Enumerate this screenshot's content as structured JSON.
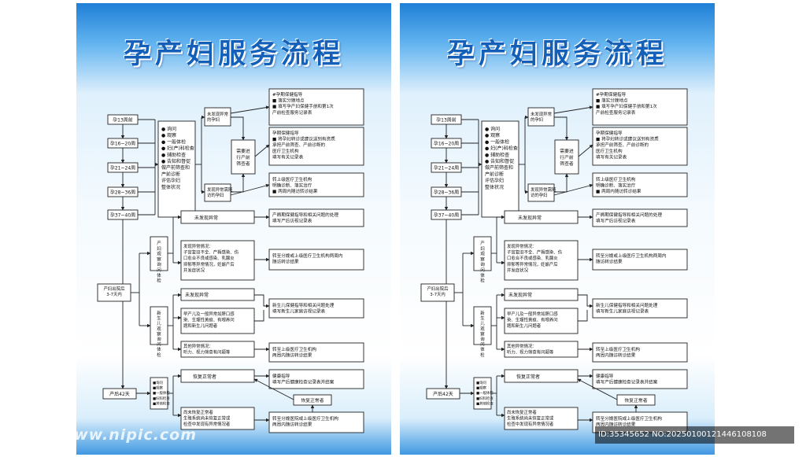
{
  "title": "孕产妇服务流程",
  "stages": [
    "孕13周前",
    "孕16~20周",
    "孕21~24周",
    "孕28~36周",
    "孕37~40周"
  ],
  "exam_items": [
    "询问",
    "观察",
    "一般体检",
    "妇(产)科检查",
    "辅助检查",
    "告知和督促",
    "做产前筛查和",
    "产前诊断",
    "评估孕妇",
    "整体状况"
  ],
  "no_risk": "未发现异常的孕妇",
  "has_risk": "发现异常需随访的孕妇",
  "need_manage": "需要进行产前筛查者",
  "box_top": [
    "#孕期保健指导",
    "■ 落实分娩地点",
    "■ 填写孕产妇保健手册和第1次",
    "产前检查服务记录表"
  ],
  "box_mid": [
    "孕期保健指导",
    "■ 将孕妇转诊或建议送到有资质",
    "承担产前筛查、产前诊断的",
    "医疗卫生机构",
    "填写有关记录表"
  ],
  "box_low": [
    "转上级医疗卫生机构",
    "明确诊断、落实治疗",
    "■ 两周内随访转诊结果"
  ],
  "postpartum_visit": "产妇出院后3-7天内",
  "postpartum_42": "产后42天",
  "mother_visit": "产妇观察询问体检",
  "newborn_visit": "新生儿观察询问体检",
  "m_normal": "未发现异常",
  "m_normal_r": [
    "产褥期保健指导和相关问题的处理",
    "填写产后访视记录表"
  ],
  "m_abnormal": [
    "发现异常情况：",
    "子宫复旧不全、产褥感染、伤",
    "口愈合不良或感染、乳腺炎",
    "抑郁等异常情况，妊娠产后",
    "并发症状况"
  ],
  "m_abnormal_r": [
    "转至分娩或上级医疗卫生机构两周内",
    "随访转诊结果"
  ],
  "n_normal": "未发现异常",
  "n_abnormal": [
    "早产儿及一般异常如脐口感",
    "染、生理性黄疸、有喂养问",
    "题和新生儿问题者"
  ],
  "n_abnormal_r": [
    "新生儿保健指导和相关问题处理",
    "填写新生儿家庭访视记录表"
  ],
  "n_other": [
    "其他异常情况：",
    "听力、视力筛查有问题等"
  ],
  "n_other_r": [
    "转至上级医疗卫生机构",
    "两周内随访转诊结果"
  ],
  "p42_items": [
    "询问",
    "观察",
    "一般体检",
    "妇科检查",
    "其他检查"
  ],
  "p42_normal": "恢复正常者",
  "p42_normal_r": [
    "健康指导",
    "填写产后健康检查记录表并结案"
  ],
  "p42_abnormal": [
    "尚未恢复正常者",
    "生殖系统尚未恢复正常或",
    "检查中发现有异常情况者"
  ],
  "p42_abnormal_r": [
    "转至分娩医院或上级医疗卫生机构",
    "两周内随访转诊结果"
  ],
  "recovered": "恢复正常者",
  "watermark": "昵享网 www.nipic.com",
  "image_id": "ID:35345652 NO:20250100121446108108",
  "colors": {
    "primary": "#1460b8",
    "bg_top": "#1f7fd6",
    "line": "#222222"
  }
}
